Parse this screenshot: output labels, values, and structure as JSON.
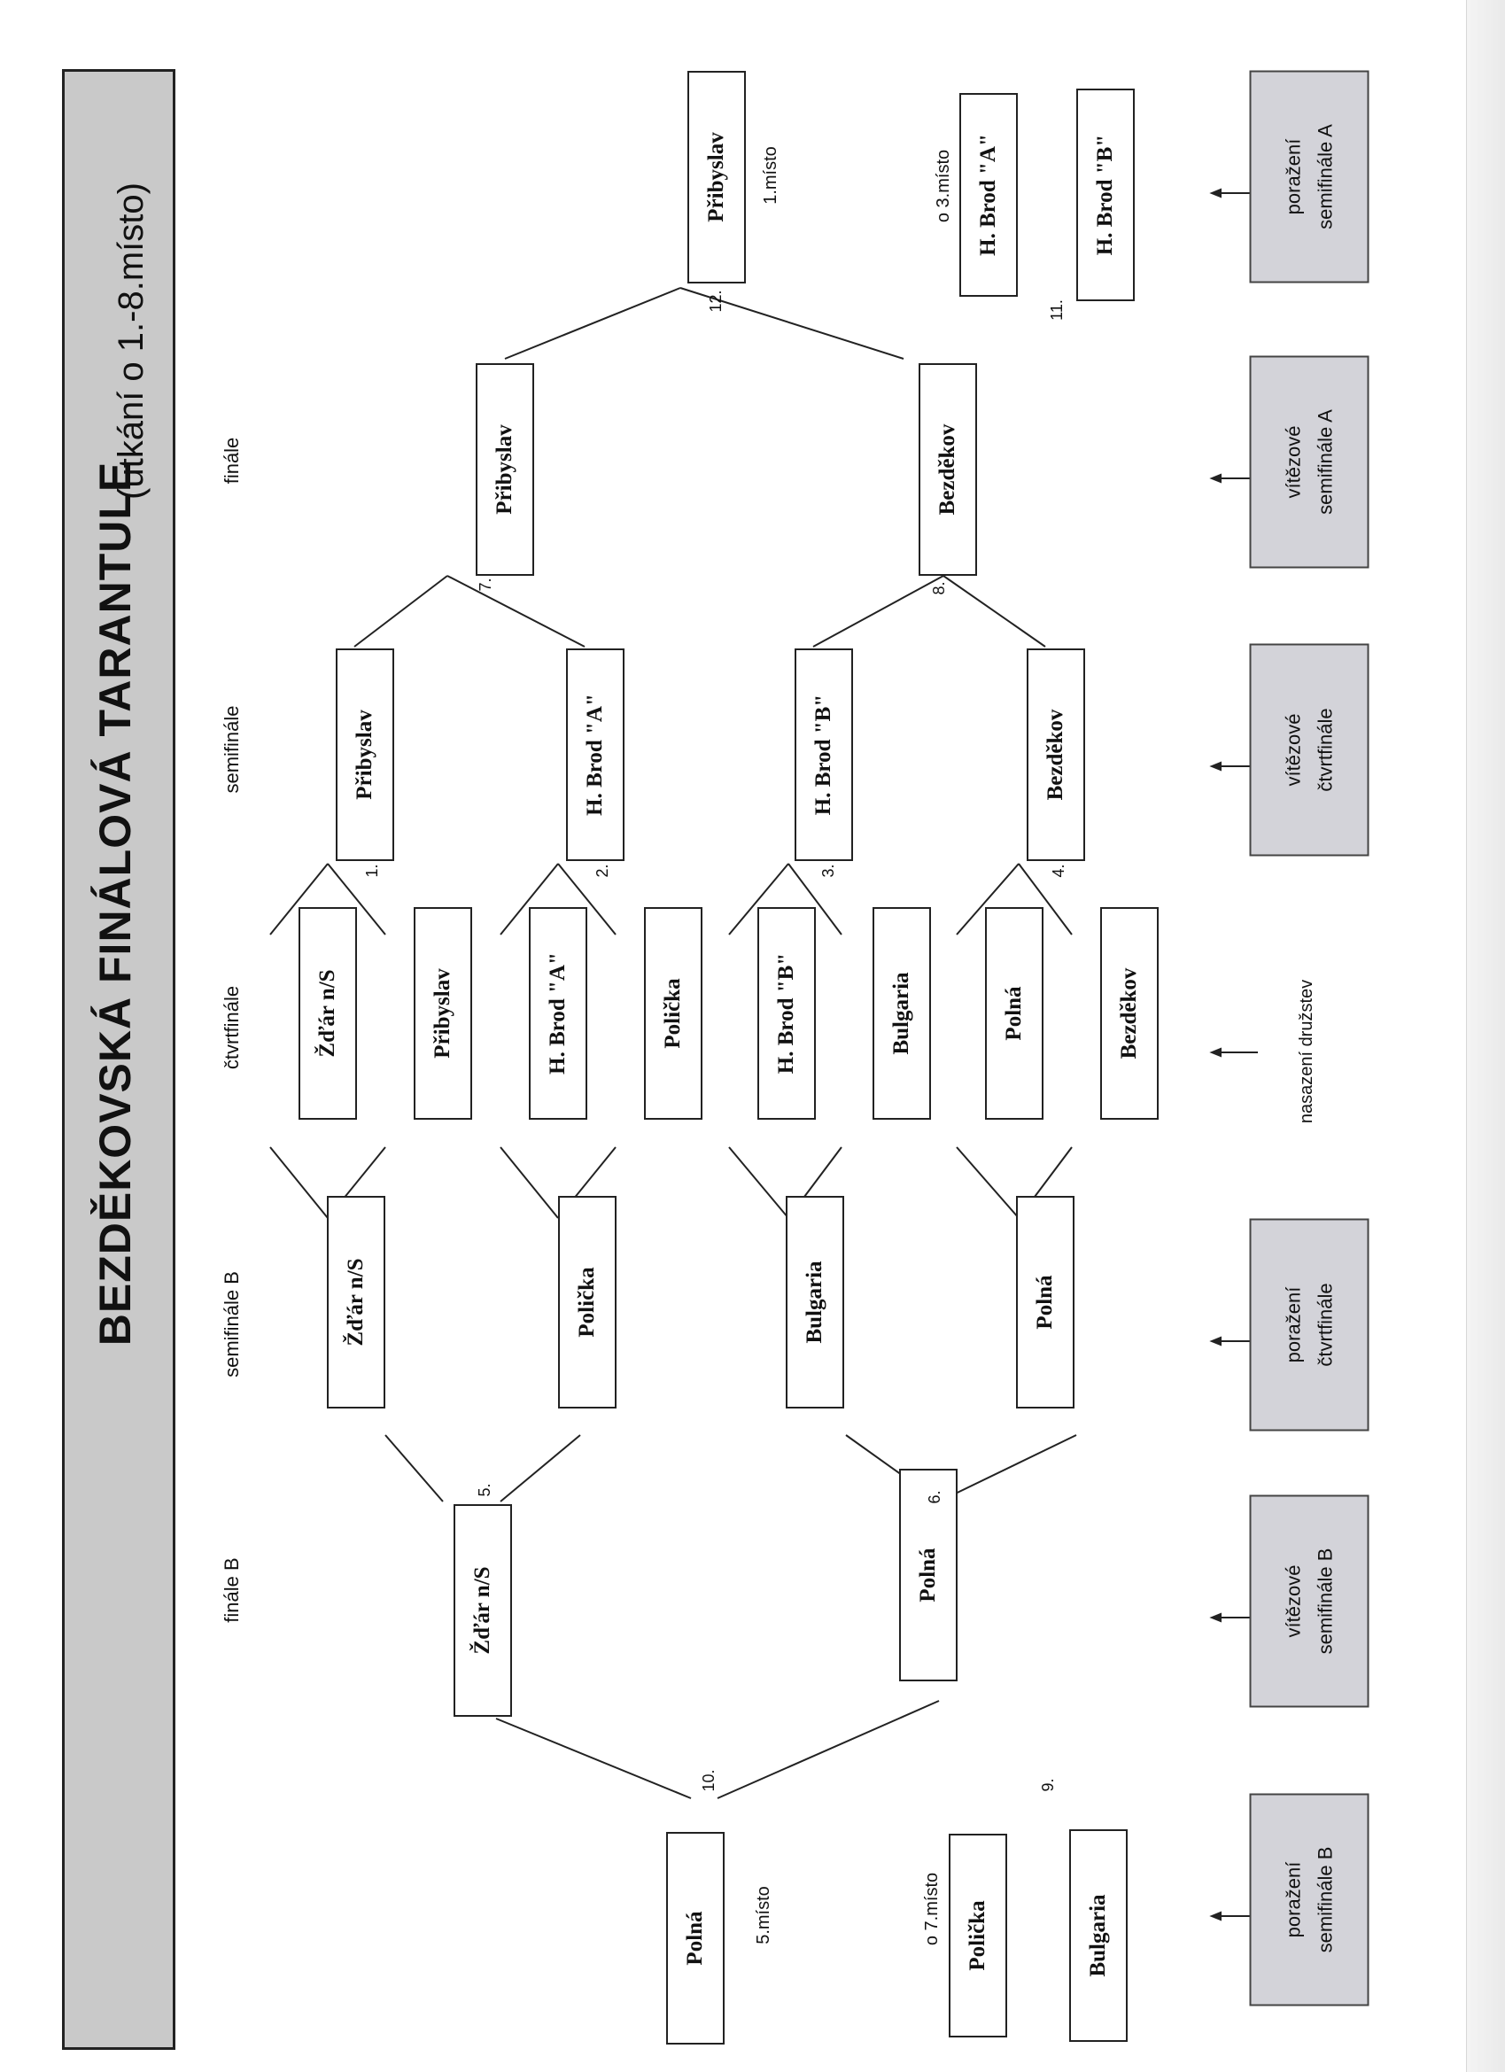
{
  "title": "BEZDĚKOVSKÁ FINÁLOVÁ TARANTULE",
  "subtitle": "(utkání o 1.-8.místo)",
  "stages": {
    "finale": "finále",
    "semifinale": "semifinále",
    "ctvrtfinale": "čtvrtfinále",
    "semifinale_b": "semifinále B",
    "finale_b": "finále B"
  },
  "quarterfinal_teams": [
    "Žďár n/S",
    "Přibyslav",
    "H. Brod \"A\"",
    "Polička",
    "H. Brod \"B\"",
    "Bulgaria",
    "Polná",
    "Bezděkov"
  ],
  "semifinal": {
    "numbers": [
      "1.",
      "2.",
      "3.",
      "4."
    ],
    "teams": [
      "Přibyslav",
      "H. Brod \"A\"",
      "H. Brod \"B\"",
      "Bezděkov"
    ]
  },
  "final_round": {
    "numbers": [
      "7.",
      "8."
    ],
    "teams": [
      "Přibyslav",
      "Bezděkov"
    ]
  },
  "first_place": {
    "number": "12.",
    "team": "Přibyslav",
    "label": "1.místo"
  },
  "third_place": {
    "label": "o 3.místo",
    "number": "11.",
    "teams": [
      "H. Brod \"A\"",
      "H. Brod \"B\""
    ]
  },
  "semifinal_b": {
    "teams": [
      "Žďár n/S",
      "Polička",
      "Bulgaria",
      "Polná"
    ]
  },
  "final_b": {
    "numbers": [
      "5.",
      "6."
    ],
    "teams": [
      "Žďár n/S",
      "Polná"
    ]
  },
  "fifth_place": {
    "number": "10.",
    "team": "Polná",
    "label": "5.místo"
  },
  "seventh_place": {
    "label": "o 7.místo",
    "number": "9.",
    "teams": [
      "Polička",
      "Bulgaria"
    ]
  },
  "legend": {
    "seeding": "nasazení družstev",
    "items": [
      [
        "poražení",
        "semifinále A"
      ],
      [
        "vítězové",
        "semifinále A"
      ],
      [
        "vítězové",
        "čtvrtfinále"
      ],
      [
        "poražení",
        "čtvrtfinále"
      ],
      [
        "vítězové",
        "semifinále B"
      ],
      [
        "poražení",
        "semifinále B"
      ]
    ]
  },
  "colors": {
    "legend_fill": "#d3d3d9",
    "banner_fill": "#c9c9c9",
    "line": "#222222"
  }
}
